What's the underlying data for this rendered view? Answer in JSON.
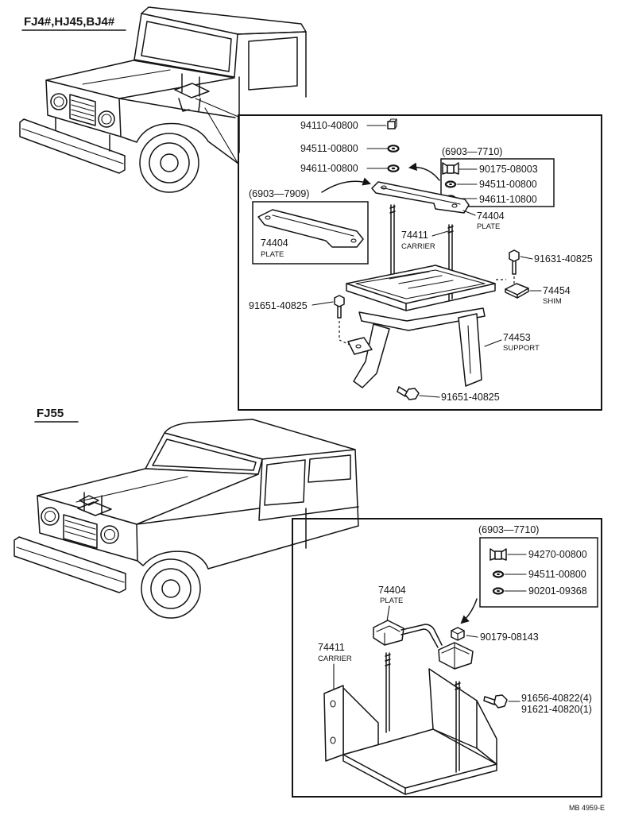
{
  "fj40": {
    "model_label": "FJ4#,HJ45,BJ4#",
    "nut": "94110-40800",
    "washer_a": "94511-00800",
    "washer_b": "94611-00800",
    "late_range": "(6903—7710)",
    "late_parts": [
      "90175-08003",
      "94511-00800",
      "94611-10800"
    ],
    "early_range": "(6903—7909)",
    "early_plate": {
      "number": "74404",
      "name": "PLATE"
    },
    "plate": {
      "number": "74404",
      "name": "PLATE"
    },
    "carrier": {
      "number": "74411",
      "name": "CARRIER"
    },
    "bolt_upper": "91631-40825",
    "shim": {
      "number": "74454",
      "name": "SHIM"
    },
    "bolt_left": "91651-40825",
    "support": {
      "number": "74453",
      "name": "SUPPORT"
    },
    "bolt_lower": "91651-40825"
  },
  "fj55": {
    "model_label": "FJ55",
    "late_range": "(6903—7710)",
    "late_parts": [
      "94270-00800",
      "94511-00800",
      "90201-09368"
    ],
    "plate": {
      "number": "74404",
      "name": "PLATE"
    },
    "nut": "90179-08143",
    "carrier": {
      "number": "74411",
      "name": "CARRIER"
    },
    "bolts": [
      "91656-40822(4)",
      "91621-40820(1)"
    ]
  },
  "drawing_code": "MB 4959-E"
}
